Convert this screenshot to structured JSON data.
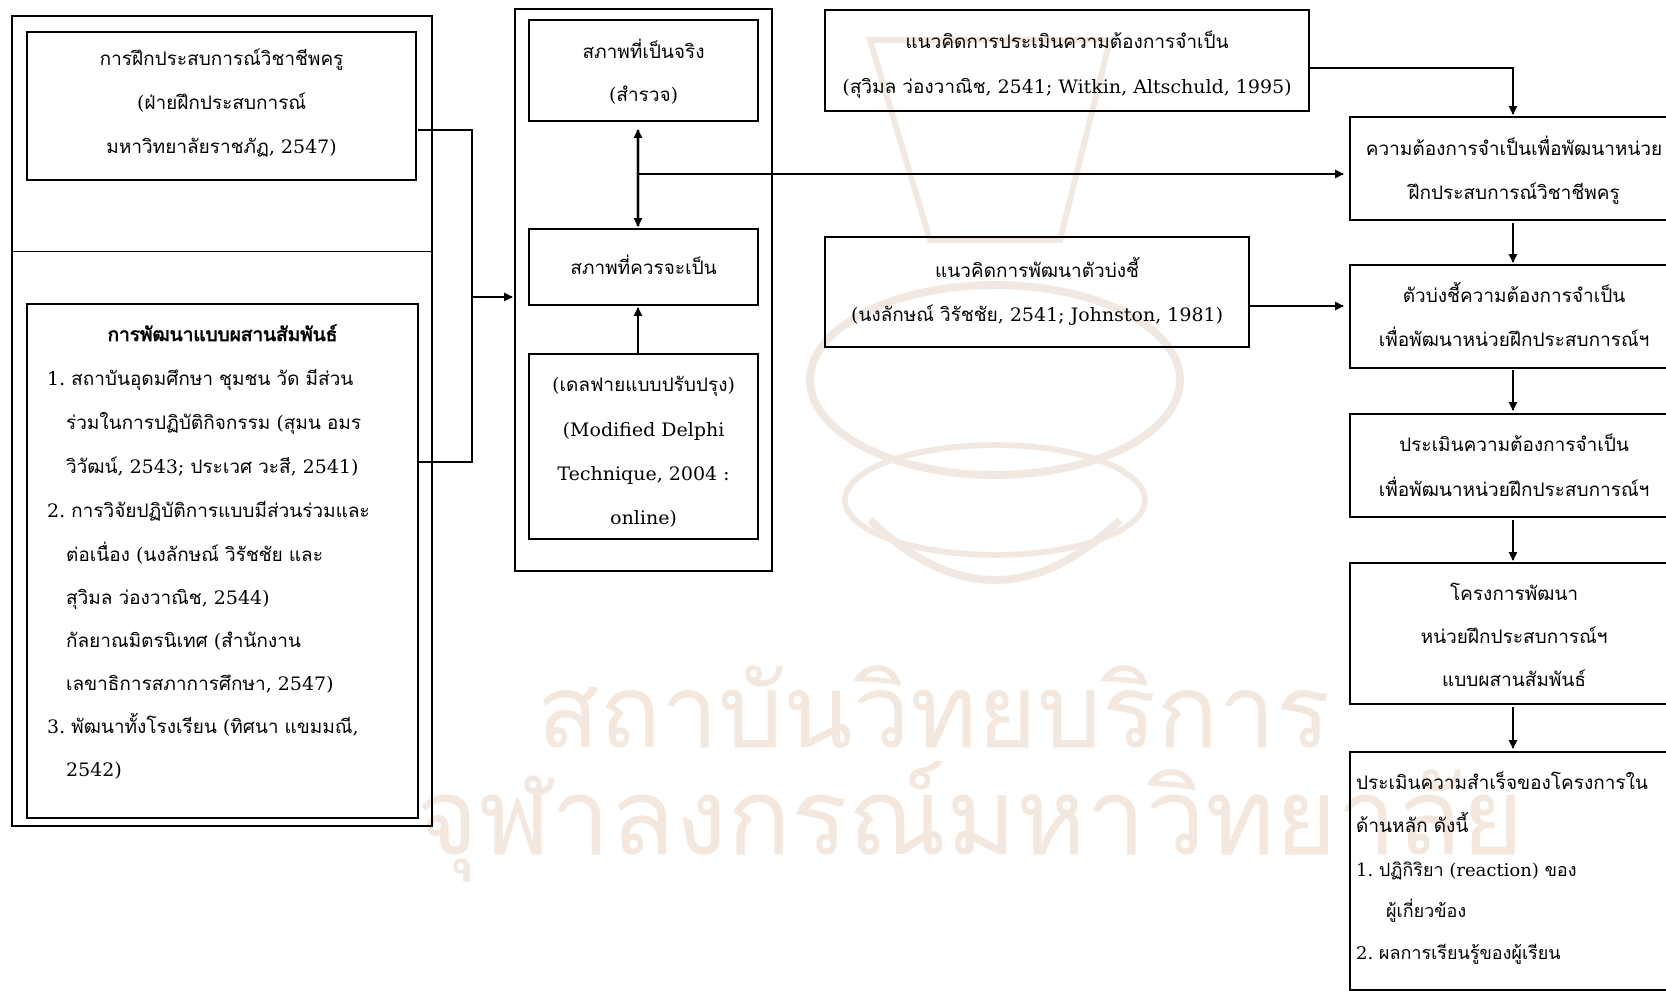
{
  "watermark": {
    "line1": "สถาบันวิทยบริการ",
    "line2": "จุฬาลงกรณ์มหาวิทยาลัย"
  },
  "left": {
    "top_box": {
      "lines": [
        "การฝึกประสบการณ์วิชาชีพครู",
        "(ฝ่ายฝึกประสบการณ์",
        "มหาวิทยาลัยราชภัฏ, 2547)"
      ]
    },
    "integrated_box": {
      "title": "การพัฒนาแบบผสานสัมพันธ์",
      "lines": [
        "1. สถาบันอุดมศึกษา ชุมชน วัด มีส่วน",
        "ร่วมในการปฏิบัติกิจกรรม (สุมน  อมร",
        "วิวัฒน์, 2543; ประเวศ  วะสี, 2541)",
        "2. การวิจัยปฏิบัติการแบบมีส่วนร่วมและ",
        "ต่อเนื่อง  (นงลักษณ์  วิรัชชัย และ",
        "สุวิมล  ว่องวาณิช, 2544)",
        "กัลยาณมิตรนิเทศ (สำนักงาน",
        "เลขาธิการสภาการศึกษา, 2547)",
        "3. พัฒนาทั้งโรงเรียน (ทิศนา แขมมณี,",
        "2542)"
      ]
    }
  },
  "middle": {
    "actual_state": [
      "สภาพที่เป็นจริง",
      "(สำรวจ)"
    ],
    "desired_state": "สภาพที่ควรจะเป็น",
    "delphi": [
      "(เดลฟายแบบปรับปรุง)",
      "(Modified Delphi",
      "Technique, 2004 :",
      "online)"
    ]
  },
  "concepts": {
    "needs_assessment": [
      "แนวคิดการประเมินความต้องการจำเป็น",
      "(สุวิมล ว่องวาณิช, 2541; Witkin, Altschuld, 1995)"
    ],
    "indicator_dev": [
      "แนวคิดการพัฒนาตัวบ่งชี้",
      "(นงลักษณ์ วิรัชชัย, 2541; Johnston, 1981)"
    ]
  },
  "right": {
    "needs": [
      "ความต้องการจำเป็นเพื่อพัฒนาหน่วย",
      "ฝึกประสบการณ์วิชาชีพครู"
    ],
    "indicators": [
      "ตัวบ่งชี้ความต้องการจำเป็น",
      "เพื่อพัฒนาหน่วยฝึกประสบการณ์ฯ"
    ],
    "assessment": [
      "ประเมินความต้องการจำเป็น",
      "เพื่อพัฒนาหน่วยฝึกประสบการณ์ฯ"
    ],
    "project": [
      "โครงการพัฒนา",
      "หน่วยฝึกประสบการณ์ฯ",
      "แบบผสานสัมพันธ์"
    ],
    "evaluation": {
      "lines": [
        "ประเมินความสำเร็จของโครงการใน",
        "ด้านหลัก ดังนี้"
      ],
      "items": [
        "1.   ปฏิกิริยา (reaction) ของ",
        "ผู้เกี่ยวข้อง",
        "2.   ผลการเรียนรู้ของผู้เรียน"
      ]
    }
  }
}
